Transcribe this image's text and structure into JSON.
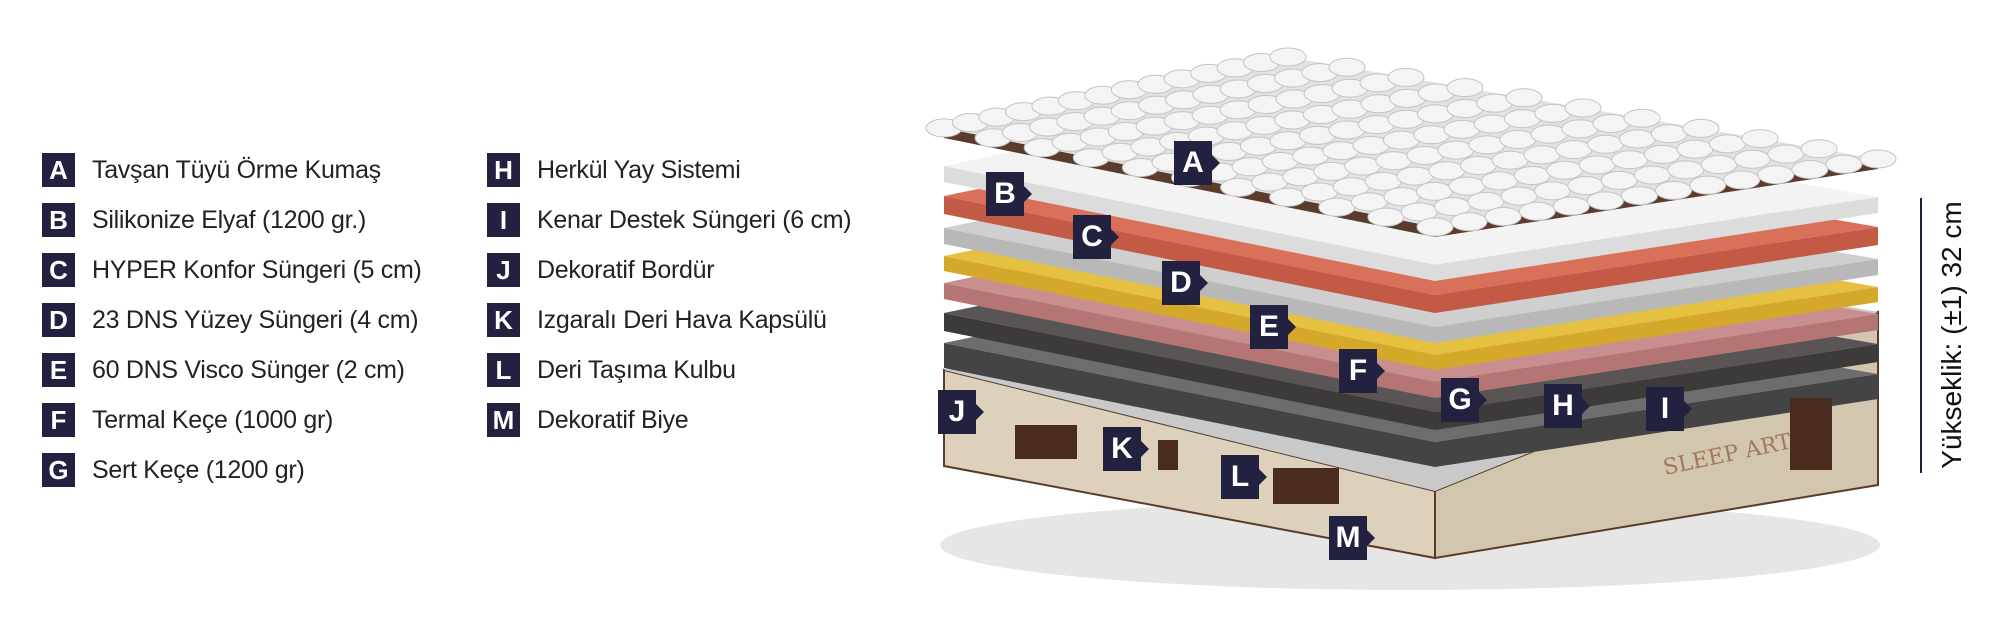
{
  "legend": [
    {
      "letter": "A",
      "label": "Tavşan Tüyü Örme Kumaş"
    },
    {
      "letter": "B",
      "label": "Silikonize Elyaf (1200 gr.)"
    },
    {
      "letter": "C",
      "label": "HYPER Konfor Süngeri (5 cm)"
    },
    {
      "letter": "D",
      "label": "23 DNS Yüzey Süngeri (4 cm)"
    },
    {
      "letter": "E",
      "label": "60 DNS Visco Sünger (2 cm)"
    },
    {
      "letter": "F",
      "label": "Termal Keçe (1000 gr)"
    },
    {
      "letter": "G",
      "label": "Sert Keçe (1200 gr)"
    },
    {
      "letter": "H",
      "label": "Herkül Yay Sistemi"
    },
    {
      "letter": "I",
      "label": "Kenar Destek Süngeri (6 cm)"
    },
    {
      "letter": "J",
      "label": "Dekoratif Bordür"
    },
    {
      "letter": "K",
      "label": "Izgaralı Deri Hava Kapsülü"
    },
    {
      "letter": "L",
      "label": "Deri Taşıma Kulbu"
    },
    {
      "letter": "M",
      "label": "Dekoratif Biye"
    }
  ],
  "height_label": "Yükseklik: (±1) 32 cm",
  "brand_logo": "SLEEP ART",
  "colors": {
    "badge": "#22213f",
    "salmon": "#d9705a",
    "yellow": "#e6c040",
    "pink": "#c98f8f",
    "base": "#ddd1bc"
  }
}
